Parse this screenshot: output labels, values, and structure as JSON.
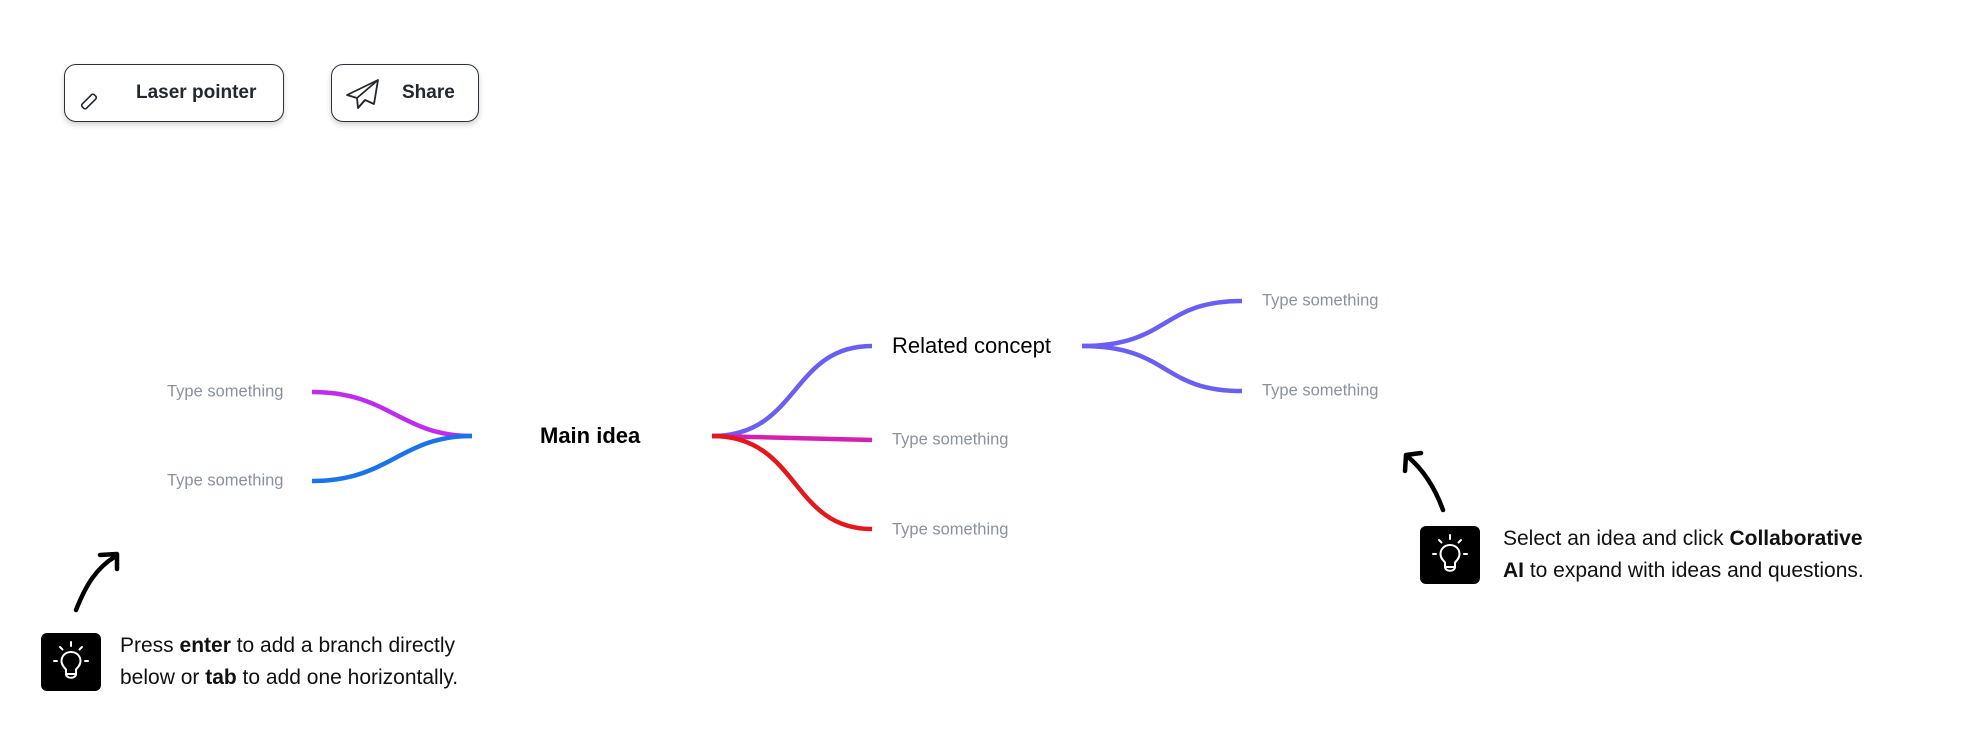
{
  "toolbar": {
    "laser_pointer": {
      "label": "Laser pointer",
      "icon": "laser-pointer-icon"
    },
    "share": {
      "label": "Share",
      "icon": "paper-plane-icon"
    }
  },
  "mindmap": {
    "root": {
      "label": "Main idea"
    },
    "left_branches": [
      {
        "label": "Type something",
        "color": "#bf2cf0"
      },
      {
        "label": "Type something",
        "color": "#1a73e8"
      }
    ],
    "right_branches": [
      {
        "label": "Related concept",
        "color": "#6a5ff2",
        "children": [
          {
            "label": "Type something",
            "color": "#6a5ff2"
          },
          {
            "label": "Type something",
            "color": "#6a5ff2"
          }
        ]
      },
      {
        "label": "Type something",
        "color": "#d51fae"
      },
      {
        "label": "Type something",
        "color": "#e3171c"
      }
    ]
  },
  "tips": {
    "left": {
      "icon": "lightbulb-icon",
      "line1": {
        "pre": "Press ",
        "bold": "enter",
        "post": " to add a branch directly"
      },
      "line2": {
        "pre": "below or ",
        "bold": "tab",
        "post": " to add one horizontally."
      }
    },
    "right": {
      "icon": "lightbulb-icon",
      "line1": {
        "pre": "Select an idea and click ",
        "bold": "Collaborative",
        "post": ""
      },
      "line2": {
        "pre": "",
        "bold": "AI",
        "post": " to expand with ideas and questions."
      }
    }
  }
}
